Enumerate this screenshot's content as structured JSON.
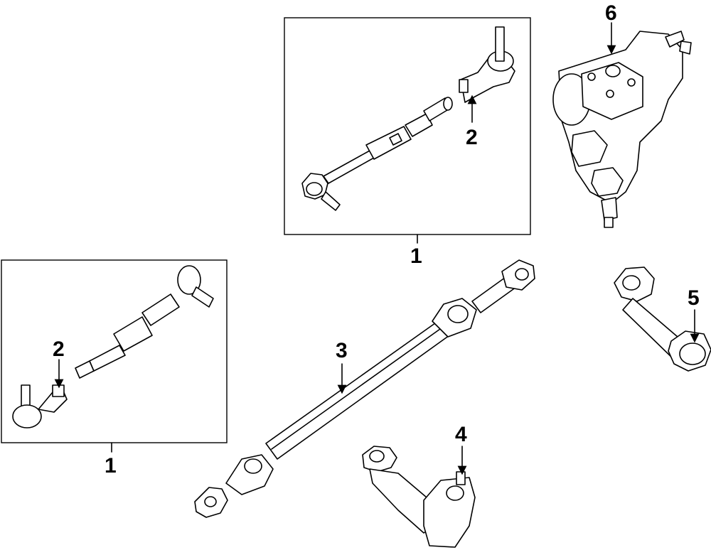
{
  "diagram": {
    "callouts": {
      "c1_top": "1",
      "c2_top": "2",
      "c1_left": "1",
      "c2_left": "2",
      "c3": "3",
      "c4": "4",
      "c5": "5",
      "c6": "6"
    }
  }
}
